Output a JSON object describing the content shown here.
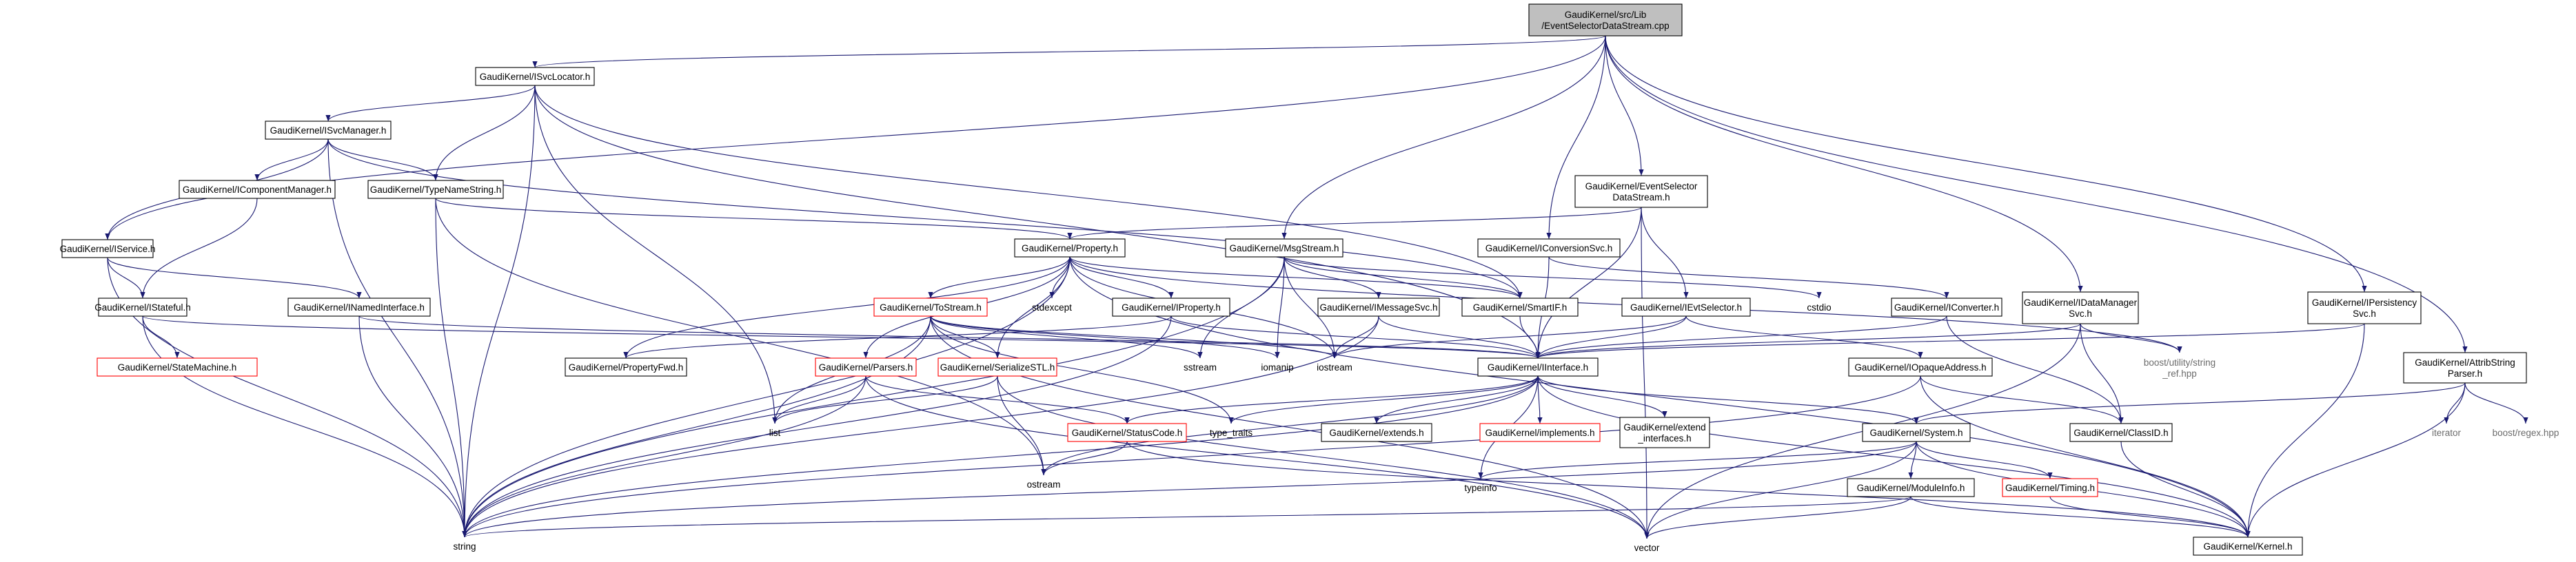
{
  "graph": {
    "edge_color": "#191970",
    "root_fill": "#bfbfbf",
    "red_border": "#ff0000",
    "nodes": [
      {
        "id": "root",
        "lines": [
          "GaudiKernel/src/Lib",
          "/EventSelectorDataStream.cpp"
        ],
        "style": "root"
      },
      {
        "id": "isvclocator",
        "lines": [
          "GaudiKernel/ISvcLocator.h"
        ]
      },
      {
        "id": "isvcmanager",
        "lines": [
          "GaudiKernel/ISvcManager.h"
        ]
      },
      {
        "id": "icompmgr",
        "lines": [
          "GaudiKernel/IComponentManager.h"
        ]
      },
      {
        "id": "typename",
        "lines": [
          "GaudiKernel/TypeNameString.h"
        ]
      },
      {
        "id": "iservice",
        "lines": [
          "GaudiKernel/IService.h"
        ]
      },
      {
        "id": "istateful",
        "lines": [
          "GaudiKernel/IStateful.h"
        ]
      },
      {
        "id": "inamed",
        "lines": [
          "GaudiKernel/INamedInterface.h"
        ]
      },
      {
        "id": "statemachine",
        "lines": [
          "GaudiKernel/StateMachine.h"
        ],
        "style": "red"
      },
      {
        "id": "evselds",
        "lines": [
          "GaudiKernel/EventSelector",
          "DataStream.h"
        ]
      },
      {
        "id": "property",
        "lines": [
          "GaudiKernel/Property.h"
        ]
      },
      {
        "id": "msgstream",
        "lines": [
          "GaudiKernel/MsgStream.h"
        ]
      },
      {
        "id": "iconvsvc",
        "lines": [
          "GaudiKernel/IConversionSvc.h"
        ]
      },
      {
        "id": "tostream",
        "lines": [
          "GaudiKernel/ToStream.h"
        ],
        "style": "red"
      },
      {
        "id": "stdexcept",
        "lines": [
          "stdexcept"
        ],
        "style": "plain"
      },
      {
        "id": "iproperty",
        "lines": [
          "GaudiKernel/IProperty.h"
        ]
      },
      {
        "id": "imessagesvc",
        "lines": [
          "GaudiKernel/IMessageSvc.h"
        ]
      },
      {
        "id": "smartif",
        "lines": [
          "GaudiKernel/SmartIF.h"
        ]
      },
      {
        "id": "cstdio",
        "lines": [
          "cstdio"
        ],
        "style": "plain"
      },
      {
        "id": "ievtselector",
        "lines": [
          "GaudiKernel/IEvtSelector.h"
        ]
      },
      {
        "id": "iconverter",
        "lines": [
          "GaudiKernel/IConverter.h"
        ]
      },
      {
        "id": "idatamgr",
        "lines": [
          "GaudiKernel/IDataManager",
          "Svc.h"
        ]
      },
      {
        "id": "ipersist",
        "lines": [
          "GaudiKernel/IPersistency",
          "Svc.h"
        ]
      },
      {
        "id": "propertyfwd",
        "lines": [
          "GaudiKernel/PropertyFwd.h"
        ]
      },
      {
        "id": "parsers",
        "lines": [
          "GaudiKernel/Parsers.h"
        ],
        "style": "red"
      },
      {
        "id": "serializestl",
        "lines": [
          "GaudiKernel/SerializeSTL.h"
        ],
        "style": "red"
      },
      {
        "id": "sstream",
        "lines": [
          "sstream"
        ],
        "style": "plain"
      },
      {
        "id": "iomanip",
        "lines": [
          "iomanip"
        ],
        "style": "plain"
      },
      {
        "id": "iostream",
        "lines": [
          "iostream"
        ],
        "style": "plain"
      },
      {
        "id": "iinterface",
        "lines": [
          "GaudiKernel/IInterface.h"
        ]
      },
      {
        "id": "iopaque",
        "lines": [
          "GaudiKernel/IOpaqueAddress.h"
        ]
      },
      {
        "id": "boostutil",
        "lines": [
          "boost/utility/string",
          "_ref.hpp"
        ],
        "style": "muted"
      },
      {
        "id": "attribparser",
        "lines": [
          "GaudiKernel/AttribString",
          "Parser.h"
        ]
      },
      {
        "id": "iterator",
        "lines": [
          "iterator"
        ],
        "style": "muted"
      },
      {
        "id": "boostregex",
        "lines": [
          "boost/regex.hpp"
        ],
        "style": "muted"
      },
      {
        "id": "list",
        "lines": [
          "list"
        ],
        "style": "plain"
      },
      {
        "id": "statuscode",
        "lines": [
          "GaudiKernel/StatusCode.h"
        ],
        "style": "red"
      },
      {
        "id": "typetraits",
        "lines": [
          "type_traits"
        ],
        "style": "plain"
      },
      {
        "id": "extends",
        "lines": [
          "GaudiKernel/extends.h"
        ]
      },
      {
        "id": "implements",
        "lines": [
          "GaudiKernel/implements.h"
        ],
        "style": "red"
      },
      {
        "id": "extendif",
        "lines": [
          "GaudiKernel/extend",
          "_interfaces.h"
        ]
      },
      {
        "id": "system",
        "lines": [
          "GaudiKernel/System.h"
        ]
      },
      {
        "id": "classid",
        "lines": [
          "GaudiKernel/ClassID.h"
        ]
      },
      {
        "id": "ostream",
        "lines": [
          "ostream"
        ],
        "style": "plain"
      },
      {
        "id": "typeinfo",
        "lines": [
          "typeinfo"
        ],
        "style": "plain"
      },
      {
        "id": "moduleinfo",
        "lines": [
          "GaudiKernel/ModuleInfo.h"
        ]
      },
      {
        "id": "timing",
        "lines": [
          "GaudiKernel/Timing.h"
        ],
        "style": "red"
      },
      {
        "id": "string",
        "lines": [
          "string"
        ],
        "style": "plain"
      },
      {
        "id": "vector",
        "lines": [
          "vector"
        ],
        "style": "plain"
      },
      {
        "id": "kernel",
        "lines": [
          "GaudiKernel/Kernel.h"
        ]
      }
    ],
    "edges": [
      [
        "root",
        "isvclocator"
      ],
      [
        "root",
        "iservice"
      ],
      [
        "root",
        "msgstream"
      ],
      [
        "root",
        "iconvsvc"
      ],
      [
        "root",
        "evselds"
      ],
      [
        "root",
        "idatamgr"
      ],
      [
        "root",
        "ipersist"
      ],
      [
        "root",
        "attribparser"
      ],
      [
        "isvclocator",
        "isvcmanager"
      ],
      [
        "isvclocator",
        "typename"
      ],
      [
        "isvclocator",
        "string"
      ],
      [
        "isvclocator",
        "list"
      ],
      [
        "isvclocator",
        "smartif"
      ],
      [
        "isvclocator",
        "iinterface"
      ],
      [
        "isvcmanager",
        "iservice"
      ],
      [
        "isvcmanager",
        "icompmgr"
      ],
      [
        "isvcmanager",
        "typename"
      ],
      [
        "isvcmanager",
        "smartif"
      ],
      [
        "isvcmanager",
        "string"
      ],
      [
        "icompmgr",
        "istateful"
      ],
      [
        "typename",
        "property"
      ],
      [
        "typename",
        "string"
      ],
      [
        "typename",
        "ostream"
      ],
      [
        "iservice",
        "istateful"
      ],
      [
        "iservice",
        "inamed"
      ],
      [
        "iservice",
        "string"
      ],
      [
        "istateful",
        "statemachine"
      ],
      [
        "istateful",
        "iinterface"
      ],
      [
        "istateful",
        "string"
      ],
      [
        "inamed",
        "iinterface"
      ],
      [
        "inamed",
        "string"
      ],
      [
        "evselds",
        "property"
      ],
      [
        "evselds",
        "ievtselector"
      ],
      [
        "evselds",
        "vector"
      ],
      [
        "evselds",
        "iinterface"
      ],
      [
        "property",
        "tostream"
      ],
      [
        "property",
        "stdexcept"
      ],
      [
        "property",
        "iproperty"
      ],
      [
        "property",
        "propertyfwd"
      ],
      [
        "property",
        "parsers"
      ],
      [
        "property",
        "serializestl"
      ],
      [
        "property",
        "smartif"
      ],
      [
        "property",
        "string"
      ],
      [
        "property",
        "iostream"
      ],
      [
        "property",
        "boostutil"
      ],
      [
        "property",
        "kernel"
      ],
      [
        "msgstream",
        "imessagesvc"
      ],
      [
        "msgstream",
        "smartif"
      ],
      [
        "msgstream",
        "cstdio"
      ],
      [
        "msgstream",
        "iomanip"
      ],
      [
        "msgstream",
        "sstream"
      ],
      [
        "msgstream",
        "iostream"
      ],
      [
        "msgstream",
        "string"
      ],
      [
        "iconvsvc",
        "iconverter"
      ],
      [
        "iconvsvc",
        "iinterface"
      ],
      [
        "tostream",
        "sstream"
      ],
      [
        "tostream",
        "iomanip"
      ],
      [
        "tostream",
        "iostream"
      ],
      [
        "tostream",
        "list"
      ],
      [
        "tostream",
        "typetraits"
      ],
      [
        "tostream",
        "serializestl"
      ],
      [
        "tostream",
        "string"
      ],
      [
        "tostream",
        "vector"
      ],
      [
        "iproperty",
        "propertyfwd"
      ],
      [
        "iproperty",
        "iinterface"
      ],
      [
        "iproperty",
        "string"
      ],
      [
        "imessagesvc",
        "iinterface"
      ],
      [
        "imessagesvc",
        "iostream"
      ],
      [
        "imessagesvc",
        "string"
      ],
      [
        "smartif",
        "iinterface"
      ],
      [
        "ievtselector",
        "iinterface"
      ],
      [
        "ievtselector",
        "iopaque"
      ],
      [
        "ievtselector",
        "iostream"
      ],
      [
        "iconverter",
        "iinterface"
      ],
      [
        "iconverter",
        "classid"
      ],
      [
        "idatamgr",
        "iinterface"
      ],
      [
        "idatamgr",
        "classid"
      ],
      [
        "idatamgr",
        "boostutil"
      ],
      [
        "idatamgr",
        "vector"
      ],
      [
        "ipersist",
        "iinterface"
      ],
      [
        "ipersist",
        "kernel"
      ],
      [
        "parsers",
        "list"
      ],
      [
        "parsers",
        "statuscode"
      ],
      [
        "parsers",
        "string"
      ],
      [
        "parsers",
        "vector"
      ],
      [
        "serializestl",
        "list"
      ],
      [
        "serializestl",
        "ostream"
      ],
      [
        "serializestl",
        "vector"
      ],
      [
        "iinterface",
        "statuscode"
      ],
      [
        "iinterface",
        "extends"
      ],
      [
        "iinterface",
        "implements"
      ],
      [
        "iinterface",
        "extendif"
      ],
      [
        "iinterface",
        "system"
      ],
      [
        "iinterface",
        "typeinfo"
      ],
      [
        "iinterface",
        "typetraits"
      ],
      [
        "iinterface",
        "ostream"
      ],
      [
        "iinterface",
        "kernel"
      ],
      [
        "iinterface",
        "string"
      ],
      [
        "iopaque",
        "classid"
      ],
      [
        "iopaque",
        "kernel"
      ],
      [
        "iopaque",
        "string"
      ],
      [
        "attribparser",
        "system"
      ],
      [
        "attribparser",
        "iterator"
      ],
      [
        "attribparser",
        "boostregex"
      ],
      [
        "attribparser",
        "kernel"
      ],
      [
        "statuscode",
        "ostream"
      ],
      [
        "statuscode",
        "kernel"
      ],
      [
        "system",
        "moduleinfo"
      ],
      [
        "system",
        "timing"
      ],
      [
        "system",
        "typeinfo"
      ],
      [
        "system",
        "string"
      ],
      [
        "system",
        "vector"
      ],
      [
        "system",
        "kernel"
      ],
      [
        "classid",
        "kernel"
      ],
      [
        "moduleinfo",
        "kernel"
      ],
      [
        "moduleinfo",
        "string"
      ],
      [
        "moduleinfo",
        "vector"
      ],
      [
        "timing",
        "kernel"
      ]
    ]
  }
}
